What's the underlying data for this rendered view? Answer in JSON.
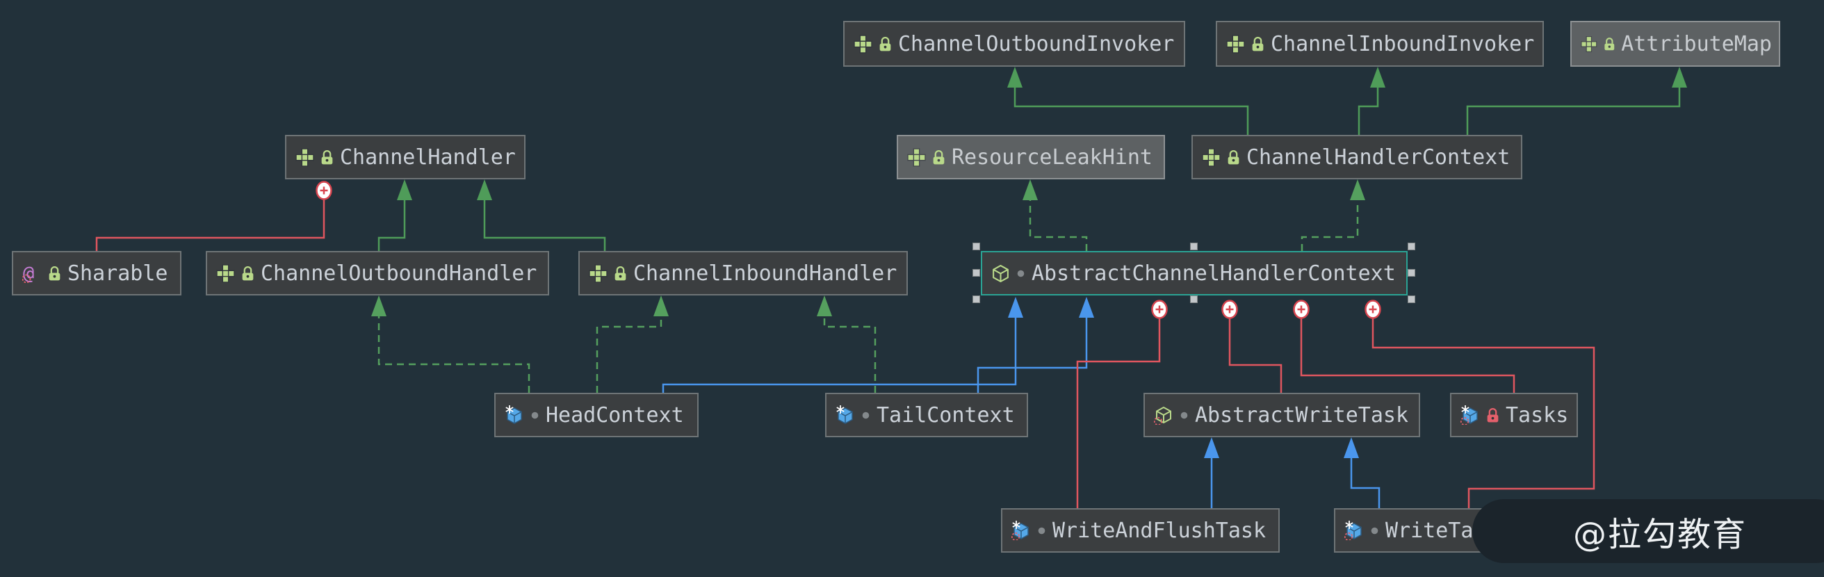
{
  "app": {
    "kind": "uml-class-diagram",
    "subject": "Netty ChannelHandler / ChannelHandlerContext hierarchy"
  },
  "watermark": {
    "text": "@拉勾教育"
  },
  "colors": {
    "canvas_bg": "#22313a",
    "node_bg": "#3b3e40",
    "node_border": "#6e7476",
    "library_node_bg": "#5d6163",
    "selection_teal": "#2ba394",
    "extends_interface_green": "#4f9c59",
    "implements_dashed_green": "#55a05e",
    "extends_class_blue": "#4a96ed",
    "inner_class_red": "#e0565f",
    "icon_green": "#b9d98a",
    "icon_blue": "#55a8e8",
    "annotation_purple": "#c77dd6",
    "lock_red": "#e4606b"
  },
  "diagram": {
    "nodes": [
      {
        "id": "ChannelOutboundInvoker",
        "label": "ChannelOutboundInvoker",
        "stereotype": "interface",
        "badge": "lock-green",
        "library": false,
        "selected": false
      },
      {
        "id": "ChannelInboundInvoker",
        "label": "ChannelInboundInvoker",
        "stereotype": "interface",
        "badge": "lock-green",
        "library": false,
        "selected": false
      },
      {
        "id": "AttributeMap",
        "label": "AttributeMap",
        "stereotype": "interface",
        "badge": "lock-green",
        "library": true,
        "selected": false
      },
      {
        "id": "ChannelHandler",
        "label": "ChannelHandler",
        "stereotype": "interface",
        "badge": "lock-green",
        "library": false,
        "selected": false
      },
      {
        "id": "ResourceLeakHint",
        "label": "ResourceLeakHint",
        "stereotype": "interface",
        "badge": "lock-green",
        "library": true,
        "selected": false
      },
      {
        "id": "ChannelHandlerContext",
        "label": "ChannelHandlerContext",
        "stereotype": "interface",
        "badge": "lock-green",
        "library": false,
        "selected": false
      },
      {
        "id": "Sharable",
        "label": "Sharable",
        "stereotype": "annotation",
        "badge": "lock-green",
        "library": false,
        "selected": false
      },
      {
        "id": "ChannelOutboundHandler",
        "label": "ChannelOutboundHandler",
        "stereotype": "interface",
        "badge": "lock-green",
        "library": false,
        "selected": false
      },
      {
        "id": "ChannelInboundHandler",
        "label": "ChannelInboundHandler",
        "stereotype": "interface",
        "badge": "lock-green",
        "library": false,
        "selected": false
      },
      {
        "id": "AbstractChannelHandlerContext",
        "label": "AbstractChannelHandlerContext",
        "stereotype": "abstract-class",
        "badge": "dot-gray",
        "library": false,
        "selected": true
      },
      {
        "id": "HeadContext",
        "label": "HeadContext",
        "stereotype": "final-class",
        "badge": "dot-gray",
        "library": false,
        "selected": false
      },
      {
        "id": "TailContext",
        "label": "TailContext",
        "stereotype": "final-class",
        "badge": "dot-gray",
        "library": false,
        "selected": false
      },
      {
        "id": "AbstractWriteTask",
        "label": "AbstractWriteTask",
        "stereotype": "abstract-class",
        "badge": "dot-gray",
        "library": false,
        "selected": false
      },
      {
        "id": "Tasks",
        "label": "Tasks",
        "stereotype": "final-class",
        "badge": "lock-red",
        "library": false,
        "selected": false
      },
      {
        "id": "WriteAndFlushTask",
        "label": "WriteAndFlushTask",
        "stereotype": "final-class",
        "badge": "dot-gray",
        "library": false,
        "selected": false
      },
      {
        "id": "WriteTask",
        "label": "WriteTask",
        "stereotype": "final-class",
        "badge": "dot-gray",
        "library": false,
        "selected": false
      }
    ],
    "edges": [
      {
        "from": "ChannelHandlerContext",
        "to": "ChannelOutboundInvoker",
        "type": "extends-interface"
      },
      {
        "from": "ChannelHandlerContext",
        "to": "ChannelInboundInvoker",
        "type": "extends-interface"
      },
      {
        "from": "ChannelHandlerContext",
        "to": "AttributeMap",
        "type": "extends-interface"
      },
      {
        "from": "ChannelOutboundHandler",
        "to": "ChannelHandler",
        "type": "extends-interface"
      },
      {
        "from": "ChannelInboundHandler",
        "to": "ChannelHandler",
        "type": "extends-interface"
      },
      {
        "from": "Sharable",
        "to": "ChannelHandler",
        "type": "inner-class"
      },
      {
        "from": "AbstractChannelHandlerContext",
        "to": "ResourceLeakHint",
        "type": "implements"
      },
      {
        "from": "AbstractChannelHandlerContext",
        "to": "ChannelHandlerContext",
        "type": "implements"
      },
      {
        "from": "HeadContext",
        "to": "ChannelOutboundHandler",
        "type": "implements"
      },
      {
        "from": "HeadContext",
        "to": "ChannelInboundHandler",
        "type": "implements"
      },
      {
        "from": "TailContext",
        "to": "ChannelInboundHandler",
        "type": "implements"
      },
      {
        "from": "HeadContext",
        "to": "AbstractChannelHandlerContext",
        "type": "extends-class"
      },
      {
        "from": "TailContext",
        "to": "AbstractChannelHandlerContext",
        "type": "extends-class"
      },
      {
        "from": "WriteAndFlushTask",
        "to": "AbstractChannelHandlerContext",
        "type": "inner-class"
      },
      {
        "from": "AbstractWriteTask",
        "to": "AbstractChannelHandlerContext",
        "type": "inner-class"
      },
      {
        "from": "Tasks",
        "to": "AbstractChannelHandlerContext",
        "type": "inner-class"
      },
      {
        "from": "WriteTask",
        "to": "AbstractChannelHandlerContext",
        "type": "inner-class"
      },
      {
        "from": "WriteAndFlushTask",
        "to": "AbstractWriteTask",
        "type": "extends-class"
      },
      {
        "from": "WriteTask",
        "to": "AbstractWriteTask",
        "type": "extends-class"
      }
    ]
  }
}
